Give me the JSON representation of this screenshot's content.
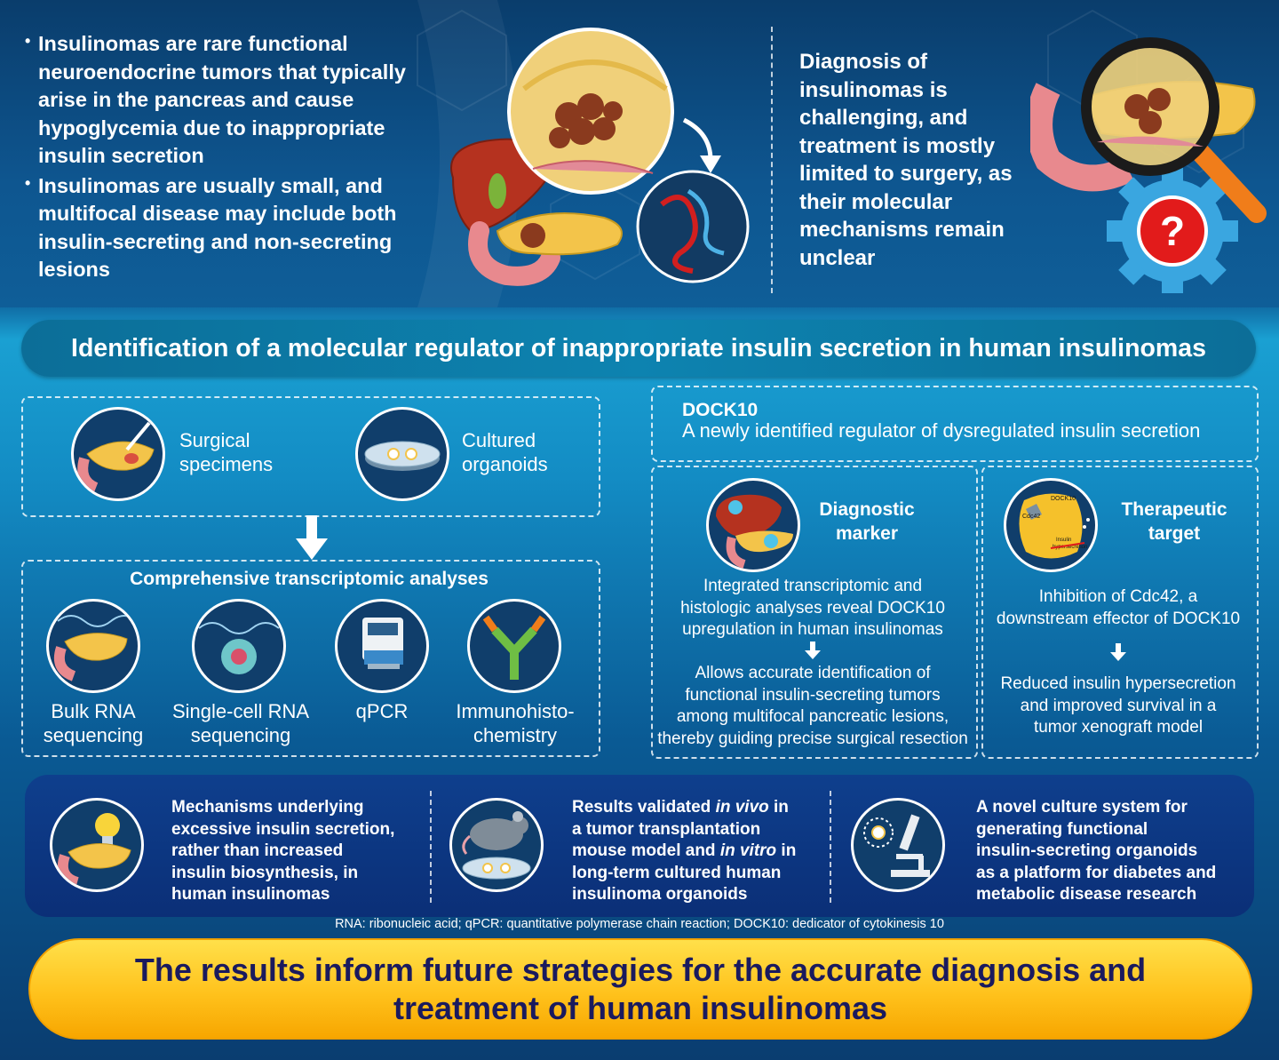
{
  "intro": {
    "bullets": [
      "Insulinomas are rare functional neuroendocrine tumors that typically arise in the pancreas and cause hypoglycemia due to inappropriate insulin secretion",
      "Insulinomas are usually small, and multifocal disease may include both insulin-secreting and non-secreting lesions"
    ],
    "diagnosis_text": "Diagnosis of insulinomas is challenging, and treatment is mostly limited to surgery, as their molecular mechanisms remain unclear",
    "question_mark": "?"
  },
  "main_title": "Identification of a molecular regulator of inappropriate insulin secretion in human insulinomas",
  "samples": {
    "surgical": "Surgical specimens",
    "organoids": "Cultured organoids"
  },
  "analyses": {
    "heading": "Comprehensive transcriptomic analyses",
    "items": [
      {
        "label_1": "Bulk RNA",
        "label_2": "sequencing",
        "icon": "pancreas-rna-icon"
      },
      {
        "label_1": "Single-cell RNA",
        "label_2": "sequencing",
        "icon": "single-cell-icon"
      },
      {
        "label_1": "qPCR",
        "label_2": "",
        "icon": "qpcr-machine-icon"
      },
      {
        "label_1": "Immunohisto-",
        "label_2": "chemistry",
        "icon": "antibody-icon"
      }
    ]
  },
  "dock10": {
    "name": "DOCK10",
    "description": "A newly identified regulator of dysregulated insulin secretion"
  },
  "diagnostic": {
    "title_1": "Diagnostic",
    "title_2": "marker",
    "finding": [
      "Integrated transcriptomic and",
      "histologic analyses reveal DOCK10",
      "upregulation in human insulinomas"
    ],
    "outcome": [
      "Allows accurate identification of",
      "functional insulin-secreting tumors",
      "among multifocal pancreatic lesions,",
      "thereby guiding precise surgical resection"
    ]
  },
  "therapeutic": {
    "title_1": "Therapeutic",
    "title_2": "target",
    "icon_labels": {
      "dock10": "DOCK10",
      "cdc42": "Cdc42",
      "insulin": "Insulin",
      "hypersecretion": "hypersecretion"
    },
    "finding": [
      "Inhibition of Cdc42, a",
      "downstream effector of DOCK10"
    ],
    "outcome": [
      "Reduced insulin hypersecretion",
      "and improved survival in a",
      "tumor xenograft model"
    ]
  },
  "conclusions": [
    {
      "lines": [
        "Mechanisms underlying",
        "excessive insulin secretion,",
        "rather than increased",
        "insulin biosynthesis, in",
        "human insulinomas"
      ]
    },
    {
      "line1_a": "Results validated ",
      "line1_em": "in vivo",
      "line1_b": " in",
      "line2": "a tumor transplantation",
      "line3_a": "mouse model and ",
      "line3_em": "in vitro",
      "line3_b": " in",
      "line4": "long-term cultured human",
      "line5": "insulinoma organoids"
    },
    {
      "lines": [
        "A novel culture system for",
        "generating functional",
        "insulin-secreting organoids",
        "as a platform for diabetes and",
        "metabolic disease research"
      ]
    }
  ],
  "abbreviations": "RNA: ribonucleic acid; qPCR: quantitative polymerase chain reaction; DOCK10: dedicator of cytokinesis 10",
  "takeaway": [
    "The results inform future strategies for the accurate diagnosis and",
    "treatment of human insulinomas"
  ],
  "colors": {
    "banner_yellow": "#ffc21c",
    "navy_text": "#1a1a5e",
    "tumor_brown": "#8a3a1e",
    "pancreas_yellow": "#f3c44a",
    "question_red": "#e21b1b"
  }
}
